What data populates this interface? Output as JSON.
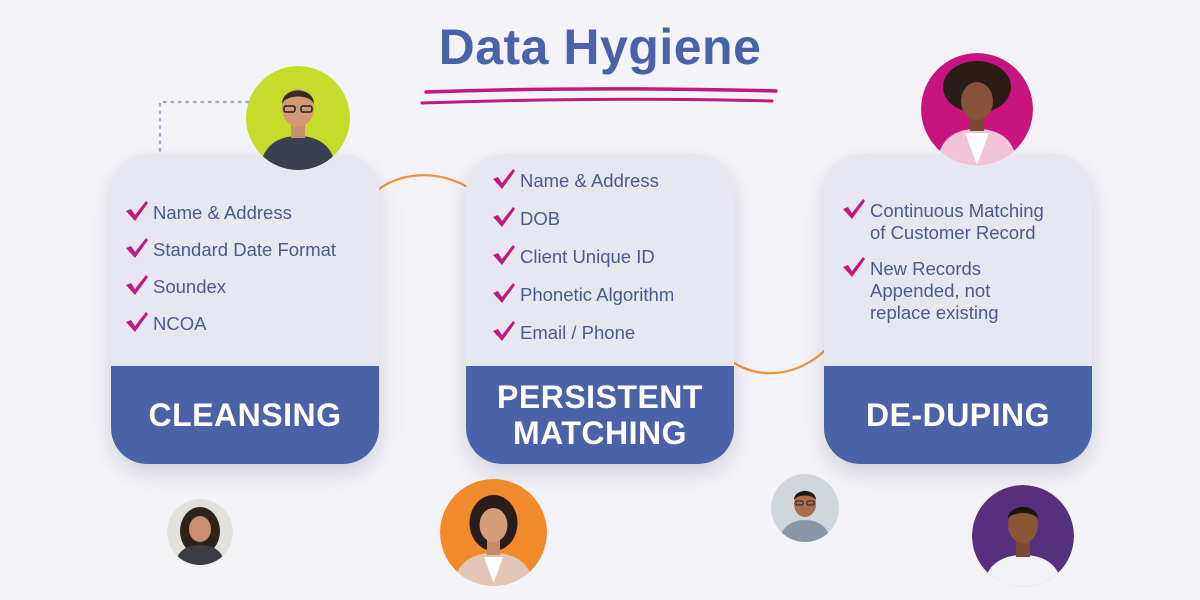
{
  "title": "Data Hygiene",
  "colors": {
    "brand_blue": "#4a62a8",
    "check_magenta": "#c01a7c",
    "arrow_orange": "#f0903a",
    "card_bg": "#e7e7f1",
    "text": "#4b5a8e"
  },
  "cards": [
    {
      "label": "CLEANSING",
      "items": [
        "Name & Address",
        "Standard Date Format",
        "Soundex",
        "NCOA"
      ]
    },
    {
      "label_lines": [
        "PERSISTENT",
        "MATCHING"
      ],
      "items": [
        "Name & Address",
        "DOB",
        "Client Unique ID",
        "Phonetic Algorithm",
        "Email / Phone"
      ]
    },
    {
      "label": "DE-DUPING",
      "items": [
        [
          "Continuous Matching",
          "of Customer Record"
        ],
        [
          "New Records",
          "Appended, not",
          "replace existing"
        ]
      ]
    }
  ],
  "icons": {
    "check": "check-icon",
    "arrow": "curved-arrow-icon",
    "person": "person-avatar"
  }
}
